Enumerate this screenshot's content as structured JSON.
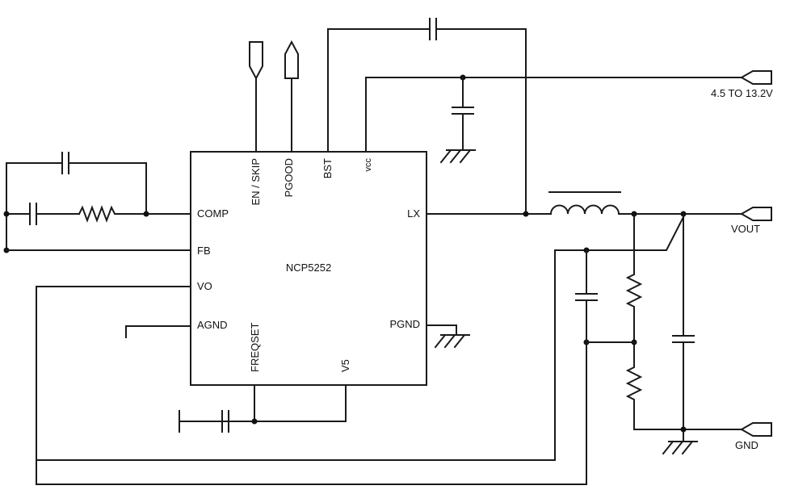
{
  "ic": {
    "name": "NCP5252",
    "pins": {
      "comp": "COMP",
      "fb": "FB",
      "vo": "VO",
      "agnd": "AGND",
      "lx": "LX",
      "pgnd": "PGND",
      "en_skip": "EN / SKIP",
      "pgood": "PGOOD",
      "bst": "BST",
      "vcc": "vcc",
      "freqset": "FREQSET",
      "v5": "V5"
    }
  },
  "terminals": {
    "vin": "4.5 TO 13.2V",
    "vout": "VOUT",
    "gnd": "GND"
  }
}
